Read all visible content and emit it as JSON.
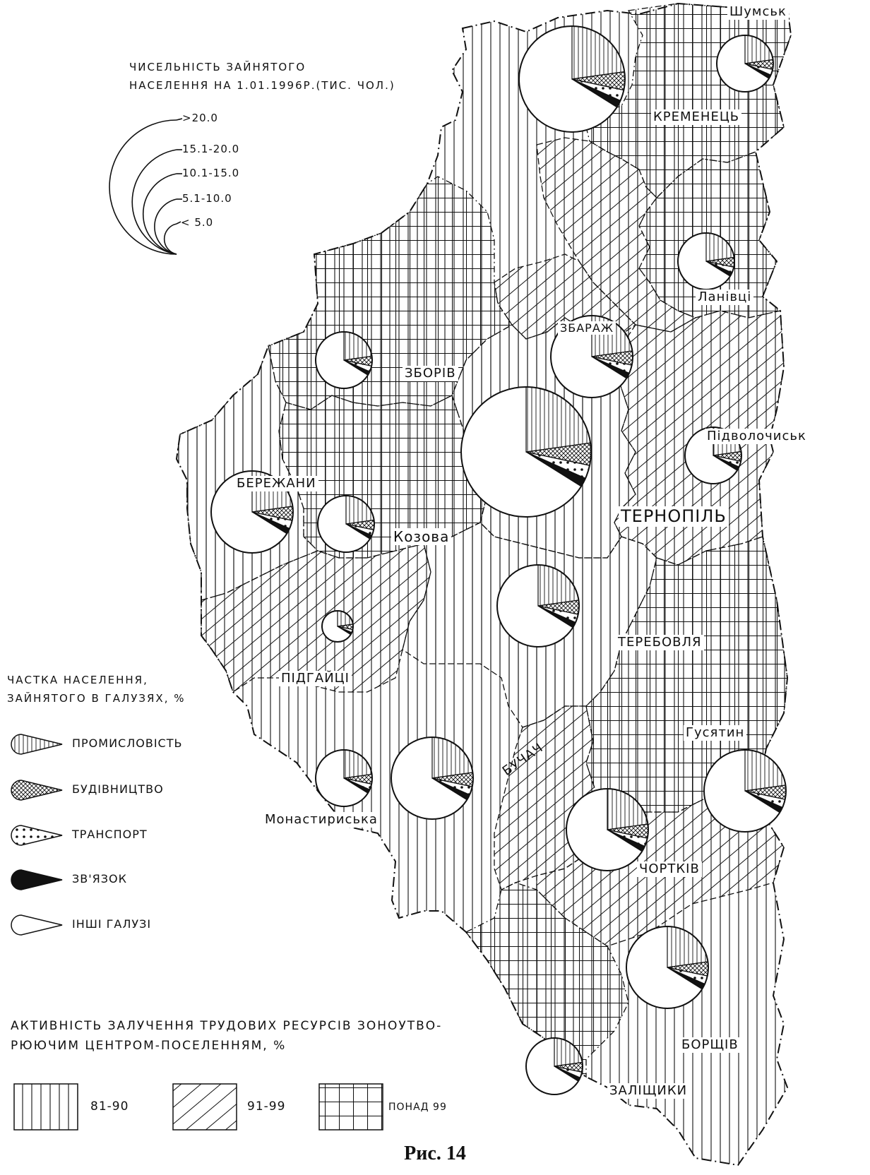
{
  "map": {
    "size_legend": {
      "title_line1": "ЧИСЕЛЬНІСТЬ ЗАЙНЯТОГО",
      "title_line2": "НАСЕЛЕННЯ НА 1.01.1996Р.(ТИС. ЧОЛ.)",
      "classes": [
        ">20.0",
        "15.1-20.0",
        "10.1-15.0",
        "5.1-10.0",
        "< 5.0"
      ]
    },
    "sector_legend": {
      "title_line1": "ЧАСТКА НАСЕЛЕННЯ,",
      "title_line2": "ЗАЙНЯТОГО В ГАЛУЗЯХ, %",
      "items": [
        {
          "label": "ПРОМИСЛОВІСТЬ",
          "pattern": "vertical-hatch"
        },
        {
          "label": "БУДІВНИЦТВО",
          "pattern": "cross-hatch"
        },
        {
          "label": "ТРАНСПОРТ",
          "pattern": "dots"
        },
        {
          "label": "ЗВ'ЯЗОК",
          "pattern": "solid-black"
        },
        {
          "label": "ІНШІ ГАЛУЗІ",
          "pattern": "blank"
        }
      ]
    },
    "activity_legend": {
      "title_line1": "АКТИВНІСТЬ ЗАЛУЧЕННЯ ТРУДОВИХ РЕСУРСІВ ЗОНОУТВО-",
      "title_line2": "РЮЮЧИМ ЦЕНТРОМ-ПОСЕЛЕННЯМ, %",
      "classes": [
        {
          "label": "81-90",
          "pattern": "vertical-hatch"
        },
        {
          "label": "91-99",
          "pattern": "diagonal-hatch"
        },
        {
          "label": "ПОНАД 99",
          "pattern": "grid"
        }
      ]
    },
    "centers": [
      {
        "name": "Шумськ",
        "size_class": "5.1-10.0"
      },
      {
        "name": "КРЕМЕНЕЦЬ",
        "size_class": "15.1-20.0"
      },
      {
        "name": "Ланівці",
        "size_class": "5.1-10.0"
      },
      {
        "name": "ЗБАРАЖ",
        "size_class": "10.1-15.0"
      },
      {
        "name": "ЗБОРІВ",
        "size_class": "5.1-10.0"
      },
      {
        "name": "Підволочиськ",
        "size_class": "5.1-10.0"
      },
      {
        "name": "ТЕРНОПІЛЬ",
        "size_class": ">20.0"
      },
      {
        "name": "БЕРЕЖАНИ",
        "size_class": "10.1-15.0"
      },
      {
        "name": "Козова",
        "size_class": "5.1-10.0"
      },
      {
        "name": "ТЕРЕБОВЛЯ",
        "size_class": "10.1-15.0"
      },
      {
        "name": "ПІДГАЙЦІ",
        "size_class": "< 5.0"
      },
      {
        "name": "Монастириська",
        "size_class": "5.1-10.0"
      },
      {
        "name": "БУЧАЧ",
        "size_class": "10.1-15.0"
      },
      {
        "name": "Гусятин",
        "size_class": "10.1-15.0"
      },
      {
        "name": "ЧОРТКІВ",
        "size_class": "10.1-15.0"
      },
      {
        "name": "БОРЩІВ",
        "size_class": "10.1-15.0"
      },
      {
        "name": "ЗАЛІЩИКИ",
        "size_class": "5.1-10.0"
      }
    ],
    "caption": "Рис. 14"
  }
}
